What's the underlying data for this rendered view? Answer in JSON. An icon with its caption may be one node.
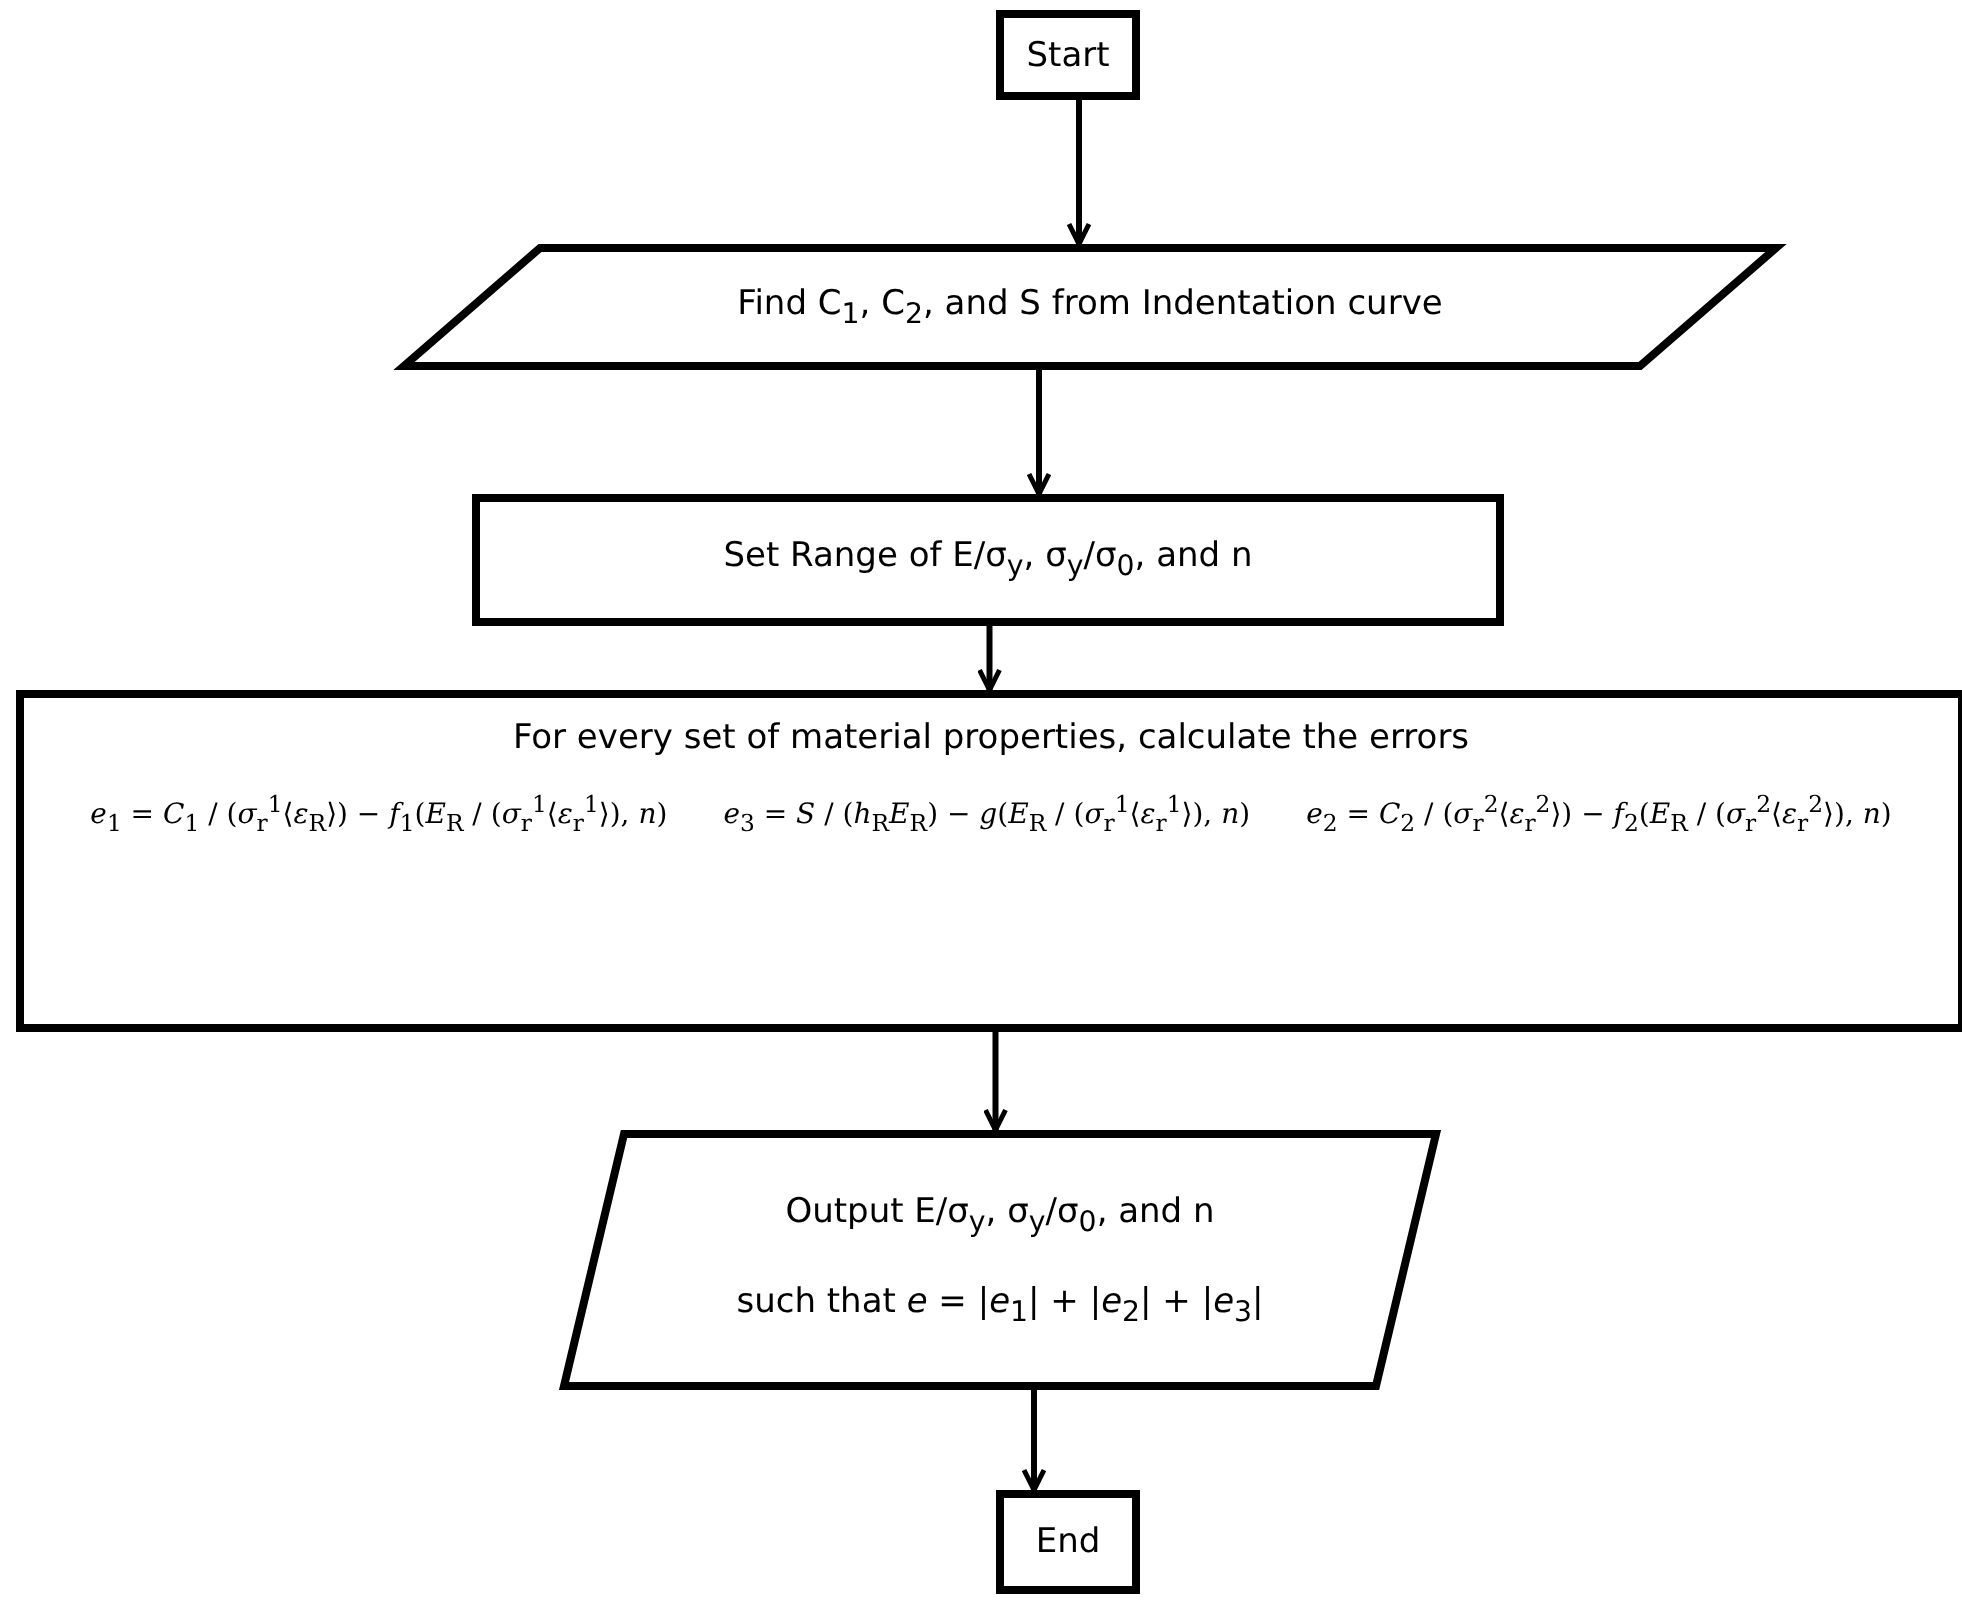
{
  "diagram": {
    "nodes": [
      {
        "text": [
          "Start"
        ]
      },
      {
        "text": [
          "Find C$_{1}$, C$_{2}$, and S from Indentation curve"
        ]
      },
      {
        "text": [
          "Set Range of E/σ$_{y}$, σ$_{y}$/σ$_{0}$, and n"
        ]
      },
      {
        "text": [
          "For every set of material properties, calculate the errors",
          "*e*$_{1}$ = *C*$_{1}$ / (*σ*$_{r}$$^{1}$⟨*ε*$_{R}$⟩) − *f*$_{1}$(*E*$_{R}$ / (*σ*$_{r}$$^{1}$⟨*ε*$_{r}$$^{1}$⟩), *n*)",
          "*e*$_{3}$ = *S* / (*h*$_{R}$*E*$_{R}$) − *g*(*E*$_{R}$ / (*σ*$_{r}$$^{1}$⟨*ε*$_{r}$$^{1}$⟩), *n*)",
          "*e*$_{2}$ = *C*$_{2}$ / (*σ*$_{r}$$^{2}$⟨*ε*$_{r}$$^{2}$⟩) − *f*$_{2}$(*E*$_{R}$ / (*σ*$_{r}$$^{2}$⟨*ε*$_{r}$$^{2}$⟩), *n*)"
        ]
      },
      {
        "text": [
          "Output E/σ$_{y}$, σ$_{y}$/σ$_{0}$, and n",
          "such that *e* = |*e*$_{1}$| + |*e*$_{2}$| + |*e*$_{3}$|"
        ]
      },
      {
        "text": [
          "End"
        ]
      }
    ],
    "edges": [
      {
        "from": 0,
        "to": 1,
        "arrow": "to"
      },
      {
        "from": 1,
        "to": 2,
        "arrow": "to"
      },
      {
        "from": 2,
        "to": 3,
        "arrow": "to"
      },
      {
        "from": 3,
        "to": 4,
        "arrow": "to"
      },
      {
        "from": 4,
        "to": 5,
        "arrow": "to"
      }
    ]
  }
}
